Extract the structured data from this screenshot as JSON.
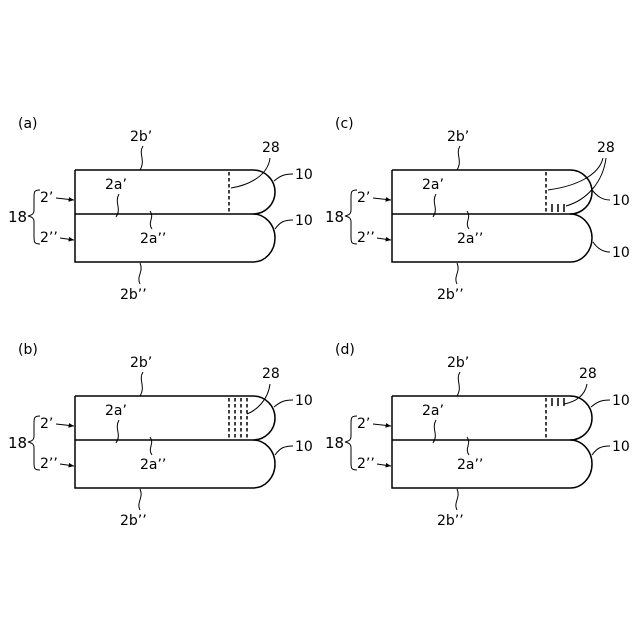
{
  "panels": [
    {
      "id": "a",
      "label": "(a)",
      "bracket": "18",
      "layer_top": "2’",
      "layer_bottom": "2’’",
      "surface_top_outer": "2b’",
      "surface_top_inner": "2a’",
      "surface_bottom_inner": "2a’’",
      "surface_bottom_outer": "2b’’",
      "edge_top": "10",
      "edge_bottom": "10",
      "score": "28"
    },
    {
      "id": "c",
      "label": "(c)",
      "bracket": "18",
      "layer_top": "2’",
      "layer_bottom": "2’’",
      "surface_top_outer": "2b’",
      "surface_top_inner": "2a’",
      "surface_bottom_inner": "2a’’",
      "surface_bottom_outer": "2b’’",
      "edge_top": "10",
      "edge_bottom": "10",
      "score": "28"
    },
    {
      "id": "b",
      "label": "(b)",
      "bracket": "18",
      "layer_top": "2’",
      "layer_bottom": "2’’",
      "surface_top_outer": "2b’",
      "surface_top_inner": "2a’",
      "surface_bottom_inner": "2a’’",
      "surface_bottom_outer": "2b’’",
      "edge_top": "10",
      "edge_bottom": "10",
      "score": "28"
    },
    {
      "id": "d",
      "label": "(d)",
      "bracket": "18",
      "layer_top": "2’",
      "layer_bottom": "2’’",
      "surface_top_outer": "2b’",
      "surface_top_inner": "2a’",
      "surface_bottom_inner": "2a’’",
      "surface_bottom_outer": "2b’’",
      "edge_top": "10",
      "edge_bottom": "10",
      "score": "28"
    }
  ]
}
